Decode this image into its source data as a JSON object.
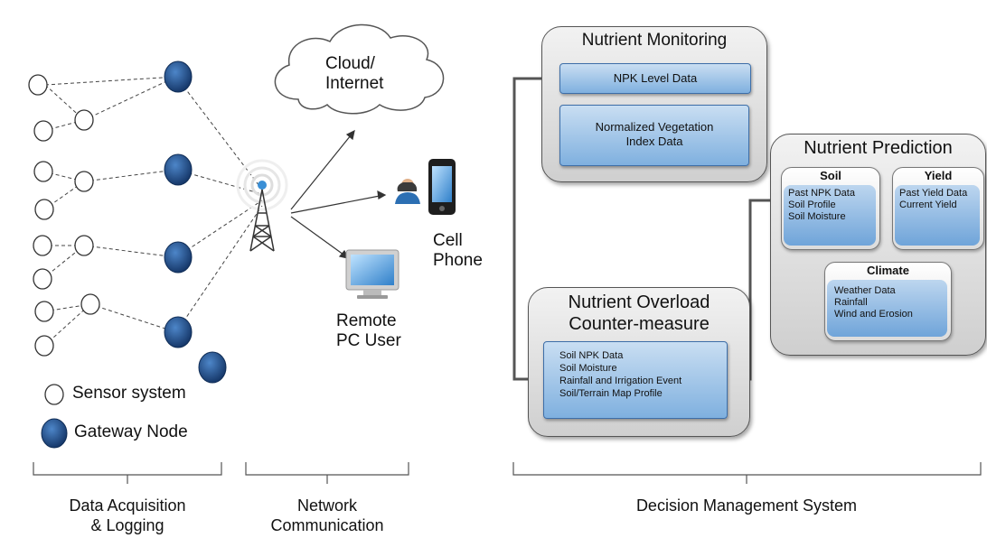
{
  "acquisition": {
    "legend_sensor": "Sensor system",
    "legend_gateway": "Gateway Node",
    "section_label": [
      "Data Acquisition",
      "& Logging"
    ]
  },
  "network": {
    "cloud_label": [
      "Cloud/",
      "Internet"
    ],
    "cell_label": [
      "Cell",
      "Phone"
    ],
    "pc_label": [
      "Remote",
      "PC User"
    ],
    "section_label": [
      "Network",
      "Communication"
    ]
  },
  "dms": {
    "section_label": "Decision Management System",
    "monitoring": {
      "title": "Nutrient Monitoring",
      "npk": "NPK Level Data",
      "ndvi": [
        "Normalized Vegetation",
        "Index Data"
      ]
    },
    "overload": {
      "title": [
        "Nutrient Overload",
        "Counter-measure"
      ],
      "items": [
        "Soil NPK Data",
        "Soil Moisture",
        "Rainfall and Irrigation Event",
        "Soil/Terrain Map Profile"
      ]
    },
    "prediction": {
      "title": "Nutrient Prediction",
      "soil": {
        "title": "Soil",
        "items": [
          "Past NPK Data",
          "Soil Profile",
          "Soil Moisture"
        ]
      },
      "yield": {
        "title": "Yield",
        "items": [
          "Past Yield Data",
          "Current Yield"
        ]
      },
      "climate": {
        "title": "Climate",
        "items": [
          "Weather Data",
          "Rainfall",
          "Wind and Erosion"
        ]
      }
    }
  },
  "colors": {
    "gateway": "#1f4e8c",
    "box_blue": "#8cb9e3",
    "panel_gray": "#d9d9d9"
  }
}
